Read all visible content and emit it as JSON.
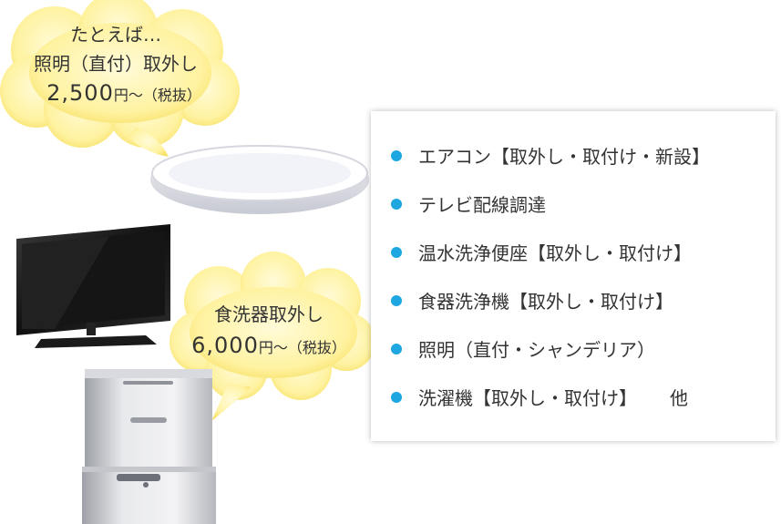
{
  "bubble_lighting": {
    "line1": "たとえば…",
    "line2": "照明（直付）取外し",
    "price": "2,500",
    "unit": "円～（税抜）"
  },
  "bubble_dishwasher": {
    "line1": "食洗器取外し",
    "price": "6,000",
    "unit": "円～（税抜）"
  },
  "services": [
    {
      "label": "エアコン【取外し・取付け・新設】"
    },
    {
      "label": "テレビ配線調達"
    },
    {
      "label": "温水洗浄便座【取外し・取付け】"
    },
    {
      "label": "食器洗浄機【取外し・取付け】"
    },
    {
      "label": "照明（直付・シャンデリア）"
    },
    {
      "label": "洗濯機【取外し・取付け】",
      "extra": "他"
    }
  ],
  "colors": {
    "bubble_fill": "#fff6a8",
    "bullet": "#1ea6e0"
  }
}
